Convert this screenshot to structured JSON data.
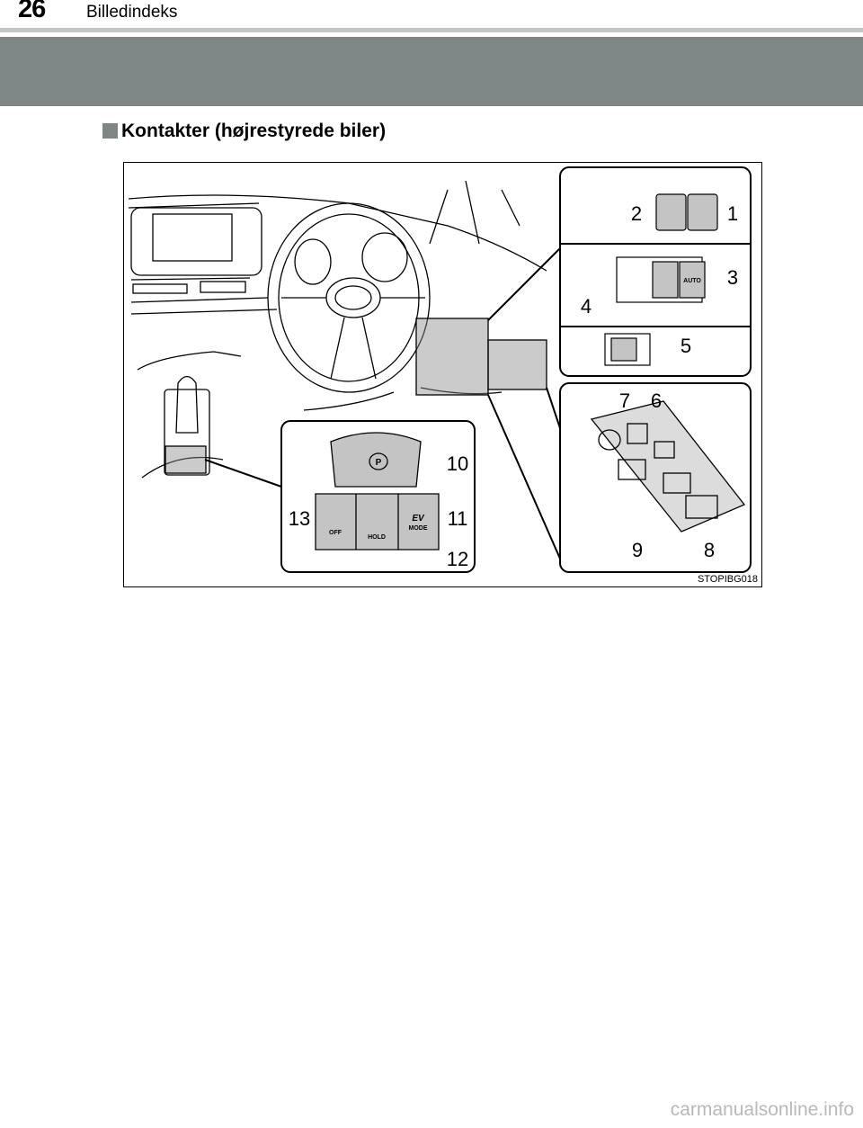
{
  "header": {
    "page_number": "26",
    "title": "Billedindeks"
  },
  "section": {
    "title": "Kontakter (højrestyrede biler)"
  },
  "figure": {
    "code": "STOPIBG018",
    "callouts": [
      "1",
      "2",
      "3",
      "4",
      "5",
      "6",
      "7",
      "8",
      "9",
      "10",
      "11",
      "12",
      "13"
    ],
    "button_labels": {
      "off": "OFF",
      "hold": "HOLD",
      "mode": "MODE",
      "ev": "EV",
      "auto": "AUTO",
      "p": "P"
    }
  },
  "footer": {
    "watermark": "carmanualsonline.info"
  }
}
